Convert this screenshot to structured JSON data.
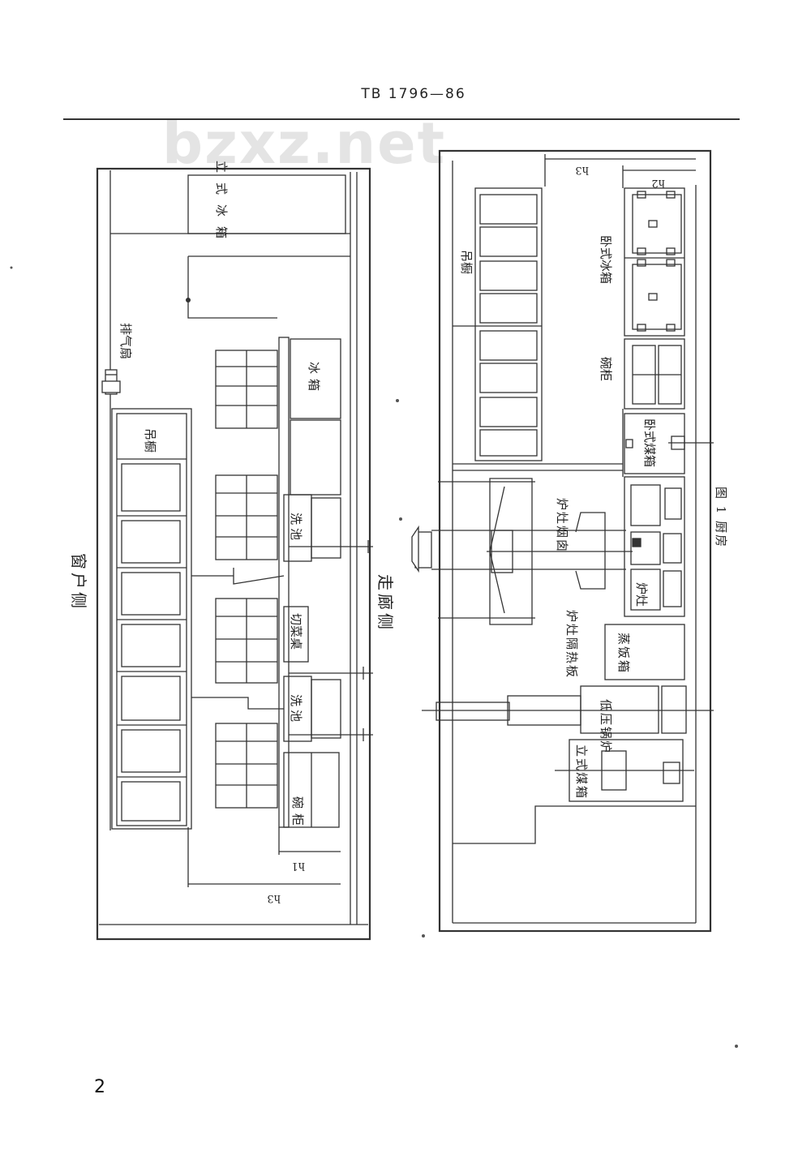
{
  "header": {
    "code": "TB  1796—86"
  },
  "watermark": "bzxz.net",
  "page_number": "2",
  "figure": {
    "caption": "图 1   厨房",
    "left_panel": {
      "window_side": "窗户侧",
      "corridor_side": "走廊侧",
      "exhaust_fan": "排气扇",
      "upright_fridge": "立式冰箱",
      "hanging_cabinet": "吊橱",
      "fridge": "冰箱",
      "sink_1": "洗池",
      "cutting_table": "切菜桌",
      "sink_2": "洗池",
      "bowl_cabinet": "碗柜",
      "dim_h1": "h1",
      "dim_h3": "h3"
    },
    "right_panel": {
      "hanging_cabinet": "吊橱",
      "horizontal_fridge": "卧式冰箱",
      "bowl_cabinet": "碗柜",
      "horizontal_coal_box": "卧式煤箱",
      "stove_chimney": "炉灶烟囱",
      "stove": "炉灶",
      "stove_heat_shield": "炉灶隔热板",
      "rice_steamer_box": "蒸饭箱",
      "low_pressure_boiler": "低压锅炉",
      "upright_coal_box": "立式煤箱",
      "dim_h3": "h3",
      "dim_h2": "h2"
    }
  }
}
